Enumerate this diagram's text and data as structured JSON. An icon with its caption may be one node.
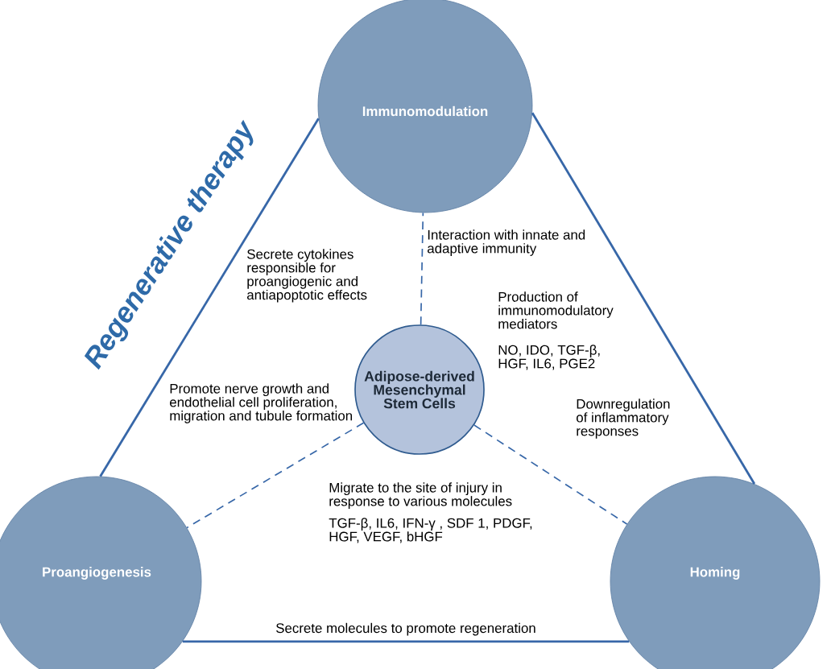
{
  "diagram": {
    "nodes": [
      {
        "text": [
          "Immunomodulation"
        ]
      },
      {
        "text": [
          "Adipose-derived Mesenchymal Stem Cells"
        ]
      },
      {
        "text": [
          "Proangiogenesis"
        ]
      },
      {
        "text": [
          "Homing"
        ]
      }
    ],
    "edges": [
      {
        "from": 0,
        "to": 2,
        "arrow": "none"
      },
      {
        "from": 0,
        "to": 3,
        "arrow": "none"
      },
      {
        "from": 2,
        "to": 3,
        "arrow": "none",
        "label": "Secrete molecules to promote regeneration"
      },
      {
        "from": 1,
        "to": 0,
        "arrow": "none",
        "style": "dashed"
      },
      {
        "from": 1,
        "to": 2,
        "arrow": "none",
        "style": "dashed"
      },
      {
        "from": 1,
        "to": 3,
        "arrow": "none",
        "style": "dashed"
      }
    ],
    "labels": [
      "Regenerative therapy",
      "Secrete cytokines responsible for proangiogenic and antiapoptotic effects",
      "Interaction with innate and adaptive immunity",
      "Production of immunomodulatory mediators",
      "NO, IDO, TGF-β, HGF, IL6, PGE2",
      "Promote nerve growth and endothelial cell proliferation, migration and tubule formation",
      "Downregulation of inflammatory responses",
      "Migrate to the site of injury in response to various molecules",
      "TGF-β, IL6, IFN-γ , SDF 1, PDGF, HGF, VEGF, bHGF"
    ]
  }
}
